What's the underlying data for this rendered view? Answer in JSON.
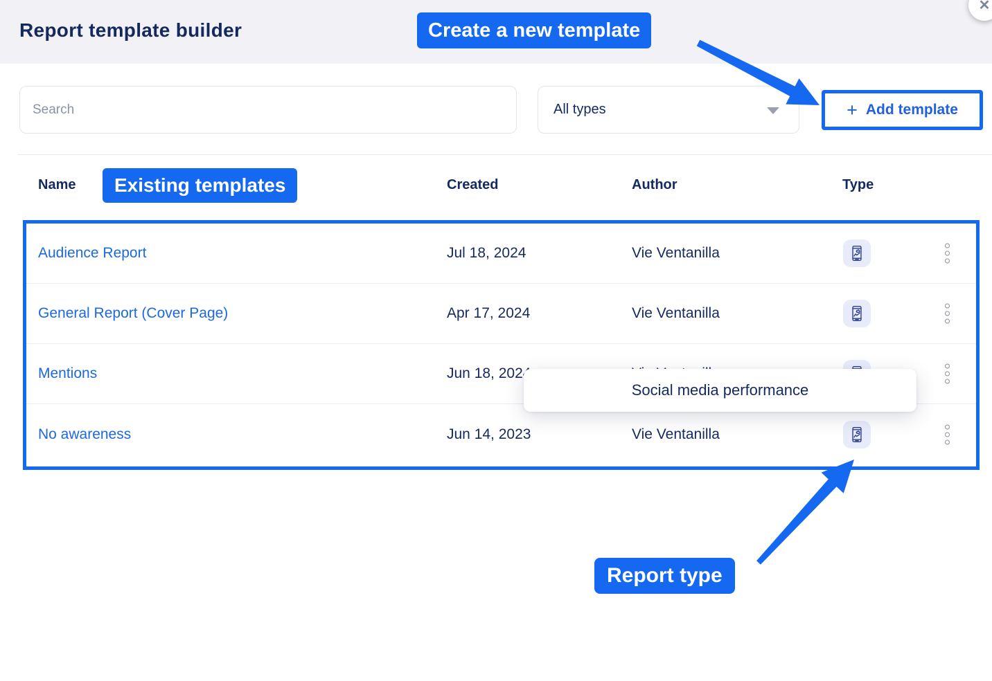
{
  "header": {
    "title": "Report template builder"
  },
  "close_button": {
    "icon_glyph": "✕"
  },
  "toolbar": {
    "search_placeholder": "Search",
    "type_filter_selected": "All types",
    "add_template_plus": "+",
    "add_template_label": "Add template"
  },
  "table": {
    "columns": [
      "Name",
      "Created",
      "Author",
      "Type"
    ],
    "rows": [
      {
        "name": "Audience Report",
        "created": "Jul 18, 2024",
        "author": "Vie Ventanilla"
      },
      {
        "name": "General Report (Cover Page)",
        "created": "Apr 17, 2024",
        "author": "Vie Ventanilla"
      },
      {
        "name": "Mentions",
        "created": "Jun 18, 2024",
        "author": "Vie Ventanilla"
      },
      {
        "name": "No awareness",
        "created": "Jun 14, 2023",
        "author": "Vie Ventanilla"
      }
    ],
    "type_icon": "mobile-report-icon"
  },
  "tooltip": {
    "text": "Social media performance"
  },
  "annotations": {
    "create_new_template": "Create a new template",
    "existing_templates": "Existing templates",
    "report_type": "Report type"
  },
  "colors": {
    "annotation_blue": "#1569f0",
    "link_blue": "#1c69dd",
    "navy_text": "#14295e",
    "topbar_bg": "#f1f1f6",
    "type_chip_bg": "#e8ecfa"
  }
}
